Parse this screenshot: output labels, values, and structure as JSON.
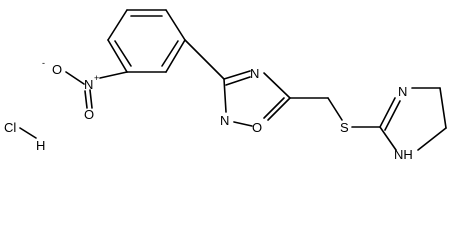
{
  "atoms": {
    "nitro_o_minus": "O",
    "nitro_o_minus_charge": "-",
    "nitro_n": "N",
    "nitro_n_charge": "+",
    "nitro_o_double": "O",
    "oxadiazole_n4": "N",
    "oxadiazole_n2": "N",
    "oxadiazole_o1": "O",
    "thioether_s": "S",
    "imidazoline_n3": "N",
    "imidazoline_nh": "NH",
    "hcl_cl": "Cl",
    "hcl_h": "H"
  }
}
